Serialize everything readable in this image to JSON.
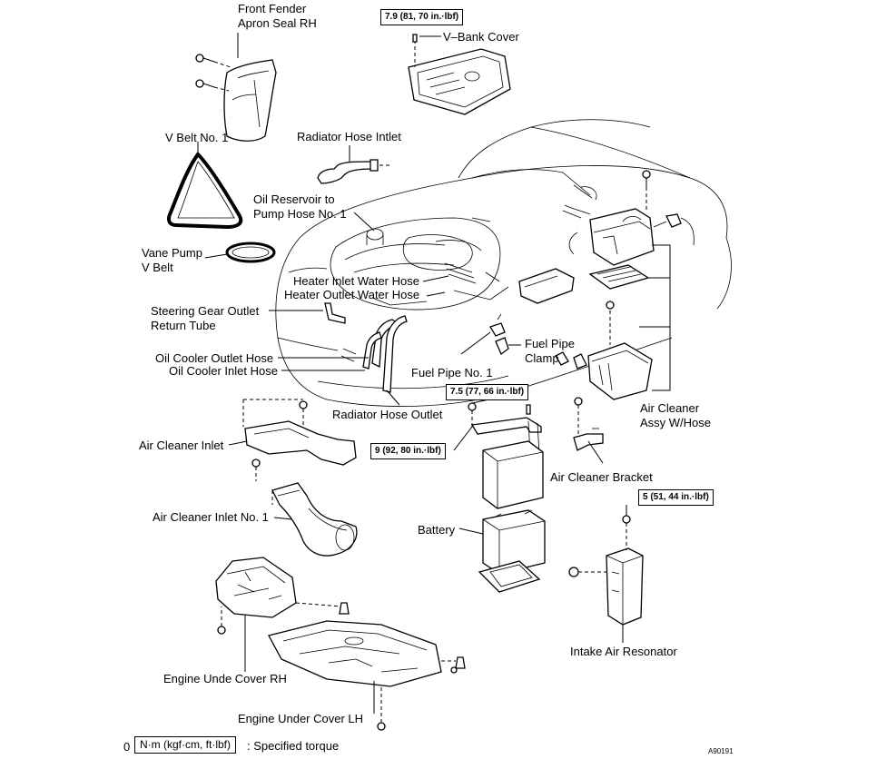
{
  "labels": {
    "front_fender": "Front Fender\nApron Seal RH",
    "v_bank_cover": "V–Bank Cover",
    "v_belt_no1": "V Belt No. 1",
    "radiator_hose_inlet": "Radiator Hose Intlet",
    "oil_reservoir": "Oil Reservoir to\nPump Hose No. 1",
    "vane_pump": "Vane Pump\nV Belt",
    "heater_inlet": "Heater Inlet Water Hose",
    "heater_outlet": "Heater Outlet Water Hose",
    "steering_gear": "Steering Gear Outlet\nReturn Tube",
    "oil_cooler_outlet": "Oil Cooler Outlet Hose",
    "oil_cooler_inlet": "Oil Cooler Inlet Hose",
    "fuel_pipe_clamp": "Fuel Pipe\nClamp",
    "fuel_pipe_no1": "Fuel Pipe No. 1",
    "radiator_hose_outlet": "Radiator Hose Outlet",
    "air_cleaner_assy": "Air Cleaner\nAssy W/Hose",
    "air_cleaner_inlet": "Air Cleaner Inlet",
    "air_cleaner_bracket": "Air Cleaner Bracket",
    "air_cleaner_inlet_no1": "Air Cleaner Inlet No. 1",
    "battery": "Battery",
    "intake_air_resonator": "Intake Air Resonator",
    "engine_under_cover_rh": "Engine Unde Cover RH",
    "engine_under_cover_lh": "Engine Under Cover LH"
  },
  "torques": {
    "v_bank": "7.9 (81, 70 in.·lbf)",
    "bracket_top": "7.5 (77, 66 in.·lbf)",
    "bracket_left": "9 (92, 80 in.·lbf)",
    "resonator": "5 (51, 44 in.·lbf)"
  },
  "legend": {
    "symbol": "0",
    "unit": "N·m (kgf·cm, ft·lbf)",
    "text": ": Specified torque"
  },
  "figure_id": "A90191"
}
